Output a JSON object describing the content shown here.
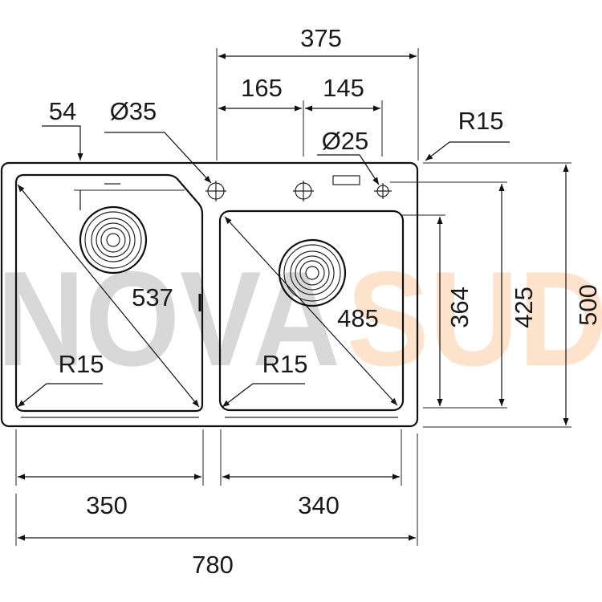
{
  "watermark": {
    "left_text": "NOVA",
    "right_text": "SUD",
    "left_color": "#d8d8d8",
    "right_color": "#fde3cc"
  },
  "dimensions": {
    "overall_width": "780",
    "overall_depth": "500",
    "bowl_left_width": "350",
    "bowl_right_width": "340",
    "taphole_span": "375",
    "taphole_offset_left": "165",
    "taphole_offset_right": "145",
    "edge_offset": "54",
    "taphole_large_diameter": "Ø35",
    "taphole_small_diameter": "Ø25",
    "corner_radius_outer": "R15",
    "corner_radius_bowl_left": "R15",
    "corner_radius_bowl_right": "R15",
    "bowl_left_diagonal": "537",
    "bowl_right_diagonal": "485",
    "bowl_right_depth": "364",
    "bowl_left_depth": "425"
  }
}
